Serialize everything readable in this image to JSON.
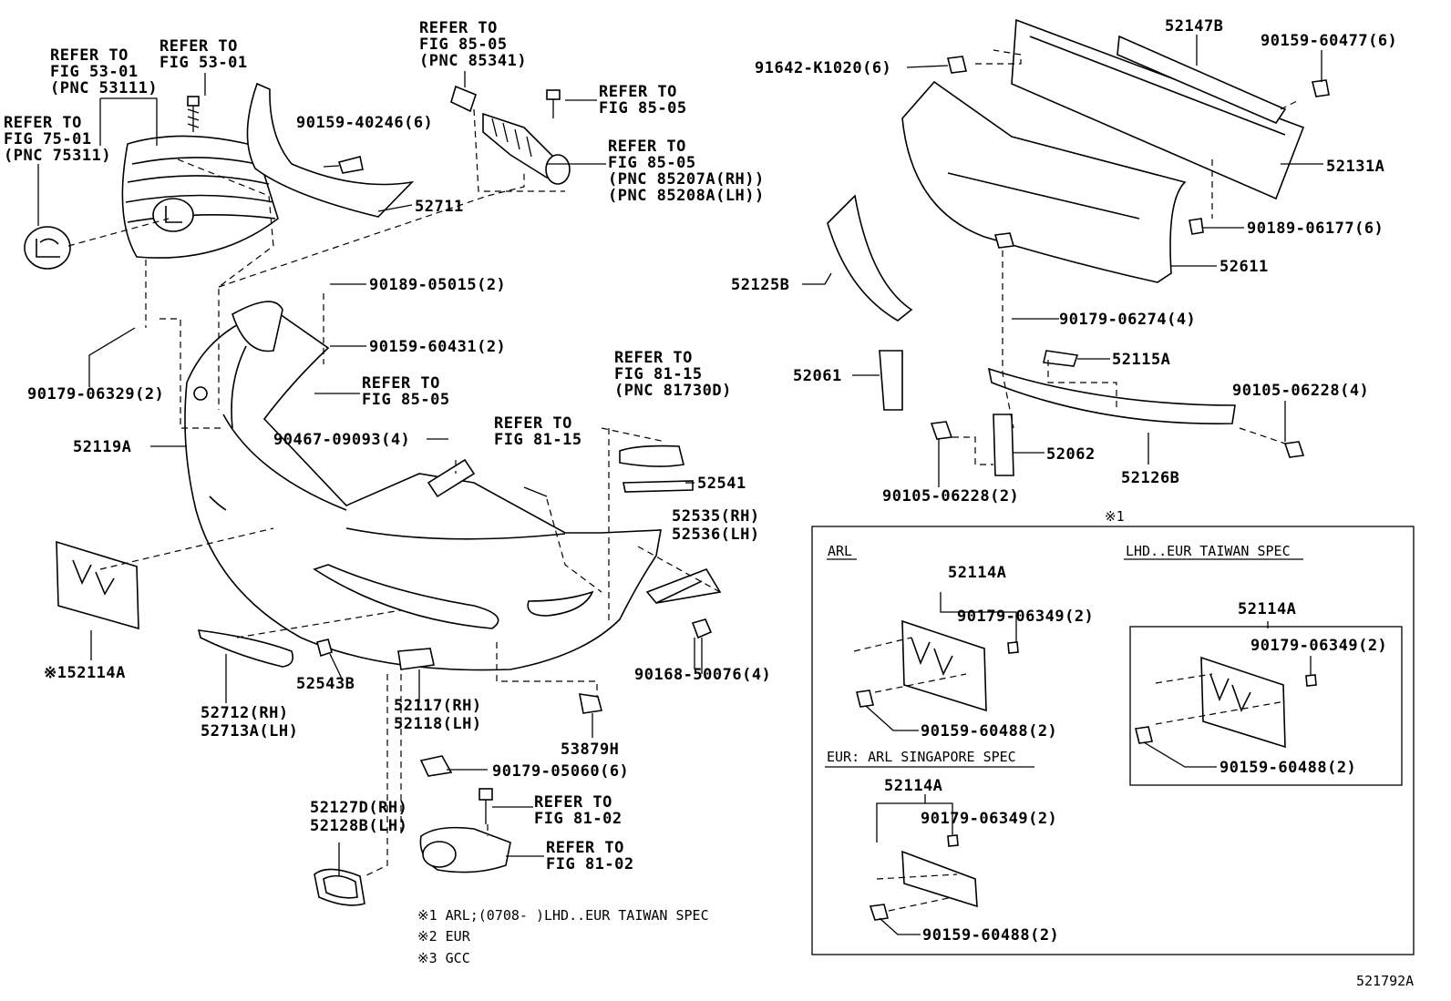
{
  "labels": {
    "refer_53_01_pnc": [
      "REFER TO",
      "FIG 53-01",
      "(PNC 53111)"
    ],
    "refer_53_01": [
      "REFER TO",
      "FIG 53-01"
    ],
    "refer_75_01": [
      "REFER TO",
      "FIG 75-01",
      "(PNC 75311)"
    ],
    "refer_85_05_pnc": [
      "REFER TO",
      "FIG 85-05",
      "(PNC 85341)"
    ],
    "refer_85_05_a": [
      "REFER TO",
      "FIG 85-05"
    ],
    "refer_85_05_b": [
      "REFER TO",
      "FIG 85-05",
      "(PNC 85207A(RH))",
      "(PNC 85208A(LH))"
    ],
    "refer_85_05_c": [
      "REFER TO",
      "FIG 85-05"
    ],
    "refer_81_15_pnc": [
      "REFER TO",
      "FIG 81-15",
      "(PNC 81730D)"
    ],
    "refer_81_15": [
      "REFER TO",
      "FIG 81-15"
    ],
    "refer_81_02_a": [
      "REFER TO",
      "FIG 81-02"
    ],
    "refer_81_02_b": [
      "REFER TO",
      "FIG 81-02"
    ],
    "p90159_40246": "90159-40246(6)",
    "p52711": "52711",
    "p90189_05015": "90189-05015(2)",
    "p90159_60431": "90159-60431(2)",
    "p90179_06329": "90179-06329(2)",
    "p52119A": "52119A",
    "p90467_09093": "90467-09093(4)",
    "p52541": "52541",
    "p52535": "52535(RH)",
    "p52536": "52536(LH)",
    "p90168_50076": "90168-50076(4)",
    "p52114A_left": "※152114A",
    "p52712": "52712(RH)",
    "p52713A": "52713A(LH)",
    "p52543B": "52543B",
    "p52117": "52117(RH)",
    "p52118": "52118(LH)",
    "p53879H": "53879H",
    "p90179_05060": "90179-05060(6)",
    "p52127D": "52127D(RH)",
    "p52128B": "52128B(LH)",
    "p91642_K1020": "91642-K1020(6)",
    "p52147B": "52147B",
    "p90159_60477": "90159-60477(6)",
    "p52131A": "52131A",
    "p90189_06177": "90189-06177(6)",
    "p52611": "52611",
    "p52125B": "52125B",
    "p90179_06274": "90179-06274(4)",
    "p52115A": "52115A",
    "p52061": "52061",
    "p90105_06228_a": "90105-06228(4)",
    "p52062": "52062",
    "p52126B": "52126B",
    "p90105_06228_b": "90105-06228(2)",
    "box_mark": "※1",
    "box_arl": "ARL",
    "box_lhd": "LHD..EUR TAIWAN SPEC",
    "box_eur": "EUR: ARL SINGAPORE SPEC",
    "box_52114A_a": "52114A",
    "box_52114A_b": "52114A",
    "box_52114A_c": "52114A",
    "box_06349_a": "90179-06349(2)",
    "box_06349_b": "90179-06349(2)",
    "box_06349_c": "90179-06349(2)",
    "box_60488_a": "90159-60488(2)",
    "box_60488_b": "90159-60488(2)",
    "box_60488_c": "90159-60488(2)",
    "note1": "※1 ARL;(0708-    )LHD..EUR TAIWAN SPEC",
    "note2": "※2 EUR",
    "note3": "※3 GCC",
    "drawing_id": "521792A"
  }
}
